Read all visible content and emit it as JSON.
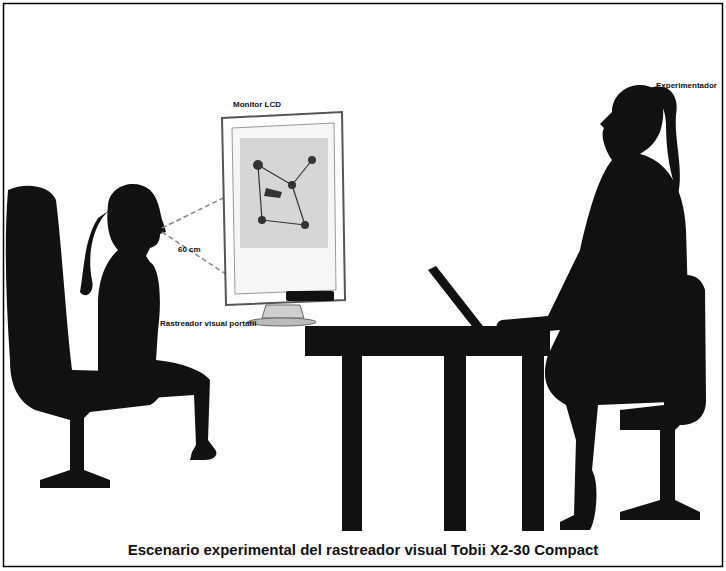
{
  "diagram": {
    "caption": "Escenario experimental del rastreador visual Tobii X2-30 Compact",
    "labels": [
      "Monitor LCD",
      "Experimentador",
      "60 cm",
      "Rastreador visual portátil"
    ]
  }
}
